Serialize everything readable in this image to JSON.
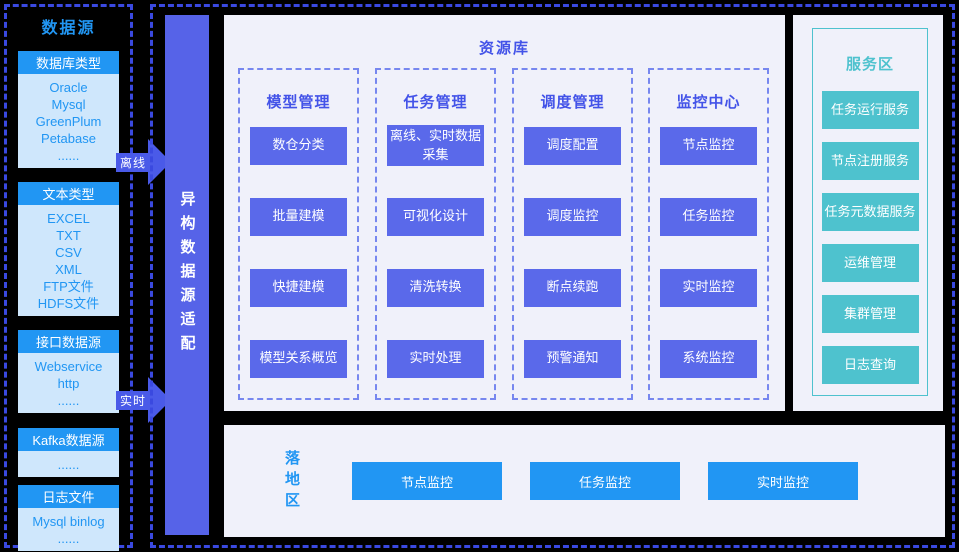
{
  "data_sources": {
    "title": "数据源",
    "groups": [
      {
        "header": "数据库类型",
        "items": [
          "Oracle",
          "Mysql",
          "GreenPlum",
          "Petabase",
          "......"
        ]
      },
      {
        "header": "文本类型",
        "items": [
          "EXCEL",
          "TXT",
          "CSV",
          "XML",
          "FTP文件",
          "HDFS文件"
        ]
      },
      {
        "header": "接口数据源",
        "items": [
          "Webservice",
          "http",
          "......"
        ]
      },
      {
        "header": "Kafka数据源",
        "items": [
          "......"
        ]
      },
      {
        "header": "日志文件",
        "items": [
          "Mysql binlog",
          "......"
        ]
      }
    ]
  },
  "arrows": {
    "offline": "离线",
    "realtime": "实时"
  },
  "adapter": {
    "title": "异构数据源适配"
  },
  "repository": {
    "title": "资源库",
    "columns": [
      {
        "title": "模型管理",
        "items": [
          "数仓分类",
          "批量建模",
          "快捷建模",
          "模型关系概览"
        ]
      },
      {
        "title": "任务管理",
        "items": [
          "离线、实时数据采集",
          "可视化设计",
          "清洗转换",
          "实时处理"
        ]
      },
      {
        "title": "调度管理",
        "items": [
          "调度配置",
          "调度监控",
          "断点续跑",
          "预警通知"
        ]
      },
      {
        "title": "监控中心",
        "items": [
          "节点监控",
          "任务监控",
          "实时监控",
          "系统监控"
        ]
      }
    ]
  },
  "landing_zone": {
    "title": "落地区",
    "items": [
      "节点监控",
      "任务监控",
      "实时监控"
    ]
  },
  "service_area": {
    "title": "服务区",
    "items": [
      "任务运行服务",
      "节点注册服务",
      "任务元数据服务",
      "运维管理",
      "集群管理",
      "日志查询"
    ]
  },
  "colors": {
    "blue": "#2196f3",
    "light_blue_body": "#cfe7fc",
    "adapter_purple": "#5663e8",
    "node_purple": "#5a69ea",
    "title_purple": "#4353e8",
    "teal": "#4ec2ce",
    "panel_bg": "#f0f1fa",
    "outer_dash": "#3a49e0",
    "column_dash": "#7787ef",
    "background": "#000000"
  }
}
